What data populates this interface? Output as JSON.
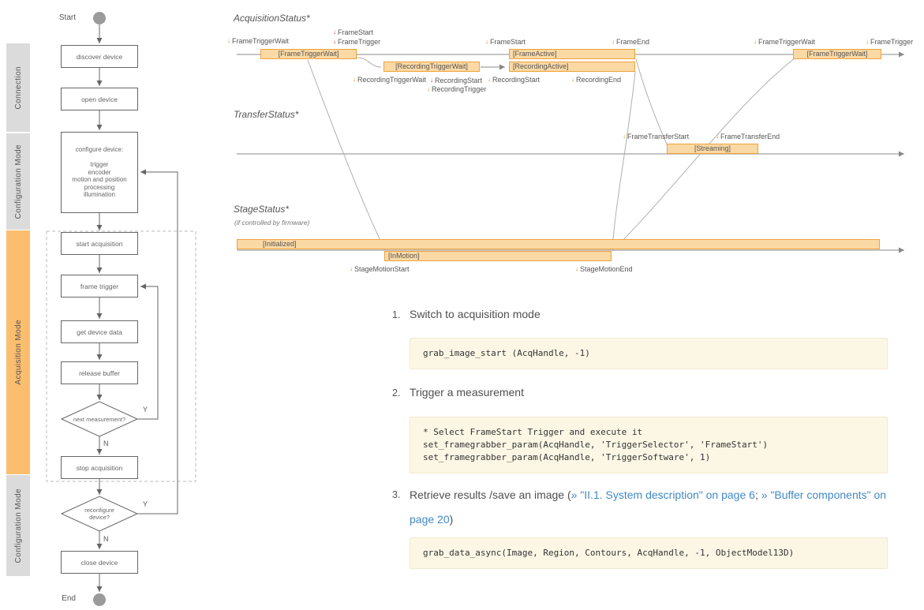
{
  "sidebar": {
    "phases": [
      {
        "label": "Connection"
      },
      {
        "label": "Configuration Mode"
      },
      {
        "label": "Acquisition Mode"
      },
      {
        "label": "Configuration Mode"
      }
    ]
  },
  "flowchart": {
    "start_label": "Start",
    "end_label": "End",
    "yes_label": "Y",
    "no_label": "N",
    "boxes": {
      "discover": "discover device",
      "open": "open device",
      "start_acq": "start acquisition",
      "frame_trigger": "frame trigger",
      "get_data": "get device data",
      "release": "release buffer",
      "stop_acq": "stop acquisition",
      "close": "close device"
    },
    "configure": {
      "title": "configure device:",
      "items": [
        "trigger",
        "encoder",
        "motion and position",
        "processing",
        "illumination"
      ]
    },
    "decisions": {
      "next_measurement": "next measurement?",
      "reconfigure": "reconfigure device?"
    }
  },
  "timing": {
    "acquisition_title": "AcquisitionStatus*",
    "transfer_title": "TransferStatus*",
    "stage_title": "StageStatus*",
    "stage_subtitle": "(if controlled by firmware)",
    "states": [
      {
        "label": "[FrameTriggerWait]"
      },
      {
        "label": "[RecordingTriggerWait]"
      },
      {
        "label": "[FrameActive]"
      },
      {
        "label": "[RecordingActive]"
      },
      {
        "label": "[FrameTriggerWait]"
      },
      {
        "label": "[Streaming]"
      },
      {
        "label": "[Initialized]"
      },
      {
        "label": "[InMotion]"
      }
    ],
    "events": [
      {
        "label": "FrameTriggerWait"
      },
      {
        "label": "FrameStart"
      },
      {
        "label": "FrameTrigger"
      },
      {
        "label": "RecordingTriggerWait"
      },
      {
        "label": "RecordingStart"
      },
      {
        "label": "RecordingTrigger"
      },
      {
        "label": "FrameStart"
      },
      {
        "label": "RecordingStart"
      },
      {
        "label": "RecordingEnd"
      },
      {
        "label": "FrameEnd"
      },
      {
        "label": "FrameTriggerWait"
      },
      {
        "label": "FrameTrigger"
      },
      {
        "label": "FrameTransferStart"
      },
      {
        "label": "FrameTransferEnd"
      },
      {
        "label": "StageMotionStart"
      },
      {
        "label": "StageMotionEnd"
      }
    ]
  },
  "steps": [
    {
      "number": "1.",
      "text": "Switch to acquisition mode",
      "code": [
        "grab_image_start (AcqHandle, -1)"
      ]
    },
    {
      "number": "2.",
      "text": "Trigger a measurement",
      "code": [
        "* Select FrameStart Trigger and execute it",
        "set_framegrabber_param(AcqHandle, 'TriggerSelector', 'FrameStart')",
        "set_framegrabber_param(AcqHandle, 'TriggerSoftware', 1)"
      ]
    },
    {
      "number": "3.",
      "text_prefix": "Retrieve results /save an image (",
      "link1": "» \"II.1. System description\" on page 6",
      "separator": "; ",
      "link2": "» \"Buffer components\" on page 20",
      "text_suffix": ")",
      "code": [
        "grab_data_async(Image, Region, Contours, AcqHandle, -1, ObjectModel13D)"
      ]
    }
  ],
  "colors": {
    "state_fill": "#fbd9a4",
    "state_border": "#efa23b",
    "phase_orange": "#fbbe6e",
    "phase_gray": "#dbdbdb",
    "marker_orange": "#e8860b",
    "marker_red": "#c03030",
    "link_blue": "#4189c7",
    "code_bg": "#fcf7e5"
  }
}
